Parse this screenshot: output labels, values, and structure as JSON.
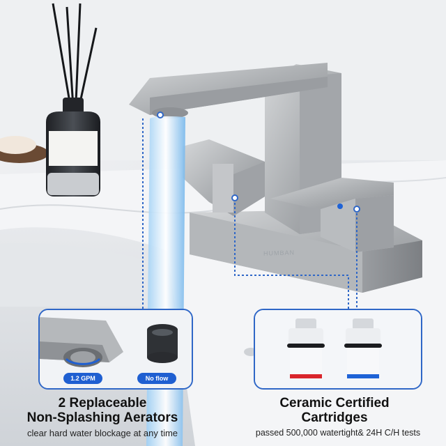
{
  "brand_mark": "HUMBAN",
  "left_feature": {
    "badge_flow": "1.2 GPM",
    "badge_noflow": "No flow",
    "title_line1": "2 Replaceable",
    "title_line2": "Non-Splashing Aerators",
    "subtitle": "clear hard water blockage at any time"
  },
  "right_feature": {
    "title_line1": "Ceramic Certified",
    "title_line2": "Cartridges",
    "subtitle": "passed 500,000 watertight& 24H C/H tests"
  },
  "colors": {
    "accent": "#2f67c7",
    "badge": "#1f5fd1",
    "faucet": "#b9bcbf",
    "hot": "#d9252b",
    "cold": "#1f63d6"
  }
}
